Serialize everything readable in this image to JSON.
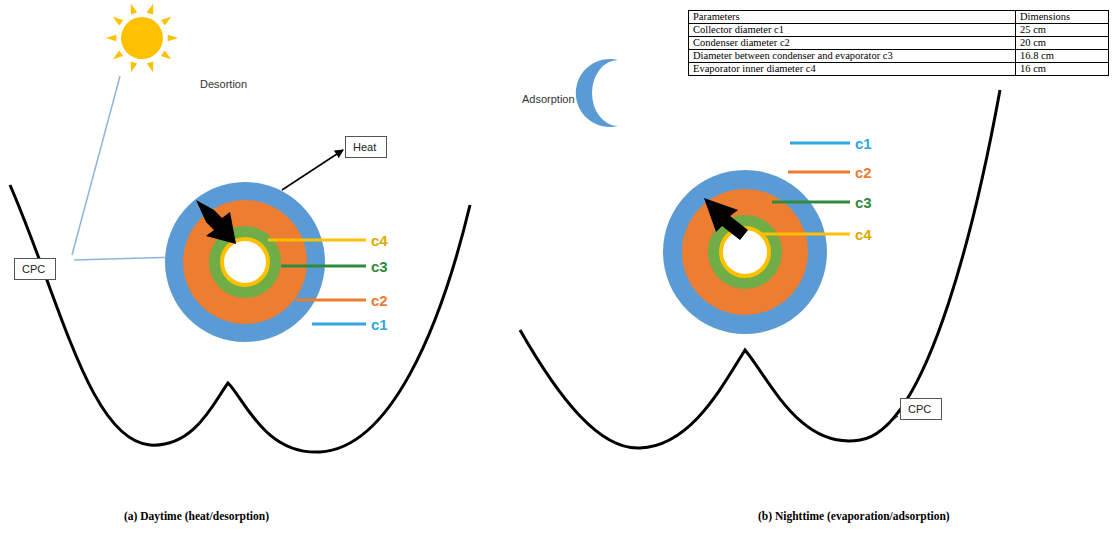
{
  "diagram": {
    "nodes": [
      {
        "text": [
          "Heat"
        ]
      },
      {
        "text": [
          "CPC"
        ]
      },
      {
        "text": [
          "CPC"
        ]
      }
    ],
    "labels": [
      "Desortion",
      "c4",
      "c3",
      "c2",
      "c1",
      "Adsorption",
      "c1",
      "c2",
      "c3",
      "c4",
      "Parameters",
      "Dimensions",
      "Collector diameter c1",
      "25 cm",
      "Condenser diameter c2",
      "20 cm",
      "Diameter between condenser and evaporator c3",
      "16.8 cm",
      "Evaporator inner diameter c4",
      "16 cm",
      "(a) Daytime (heat/desorption)",
      "(b) Nighttime (evaporation/adsorption)"
    ]
  }
}
